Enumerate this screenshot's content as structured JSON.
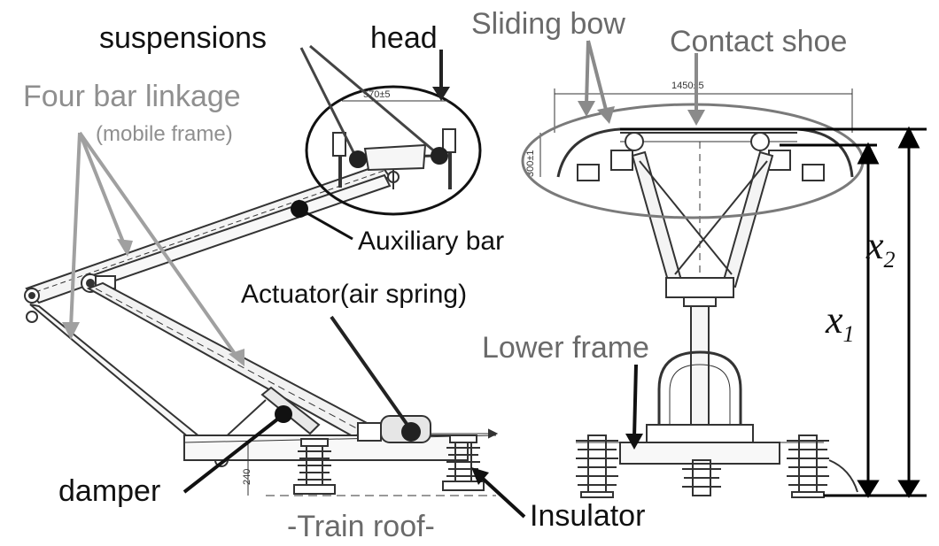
{
  "labels": {
    "suspensions": "suspensions",
    "head": "head",
    "sliding_bow": "Sliding bow",
    "contact_shoe": "Contact shoe",
    "four_bar_linkage": "Four bar linkage",
    "mobile_frame": "(mobile frame)",
    "auxiliary_bar": "Auxiliary bar",
    "actuator": "Actuator(air spring)",
    "lower_frame": "Lower frame",
    "damper": "damper",
    "insulator": "Insulator",
    "train_roof": "-Train roof-",
    "x1_base": "x",
    "x1_sub": "1",
    "x2_base": "x",
    "x2_sub": "2"
  },
  "drawing_annotations": {
    "dim_head_width": "570±5",
    "dim_bow_width": "1450±5",
    "dim_bow_height": "300±1",
    "dim_base": "240"
  },
  "colors": {
    "dark_label": "#111111",
    "gray_label": "#8f8f8f",
    "bow_ellipse": "#7a7a7a",
    "drawing": "#333333"
  }
}
